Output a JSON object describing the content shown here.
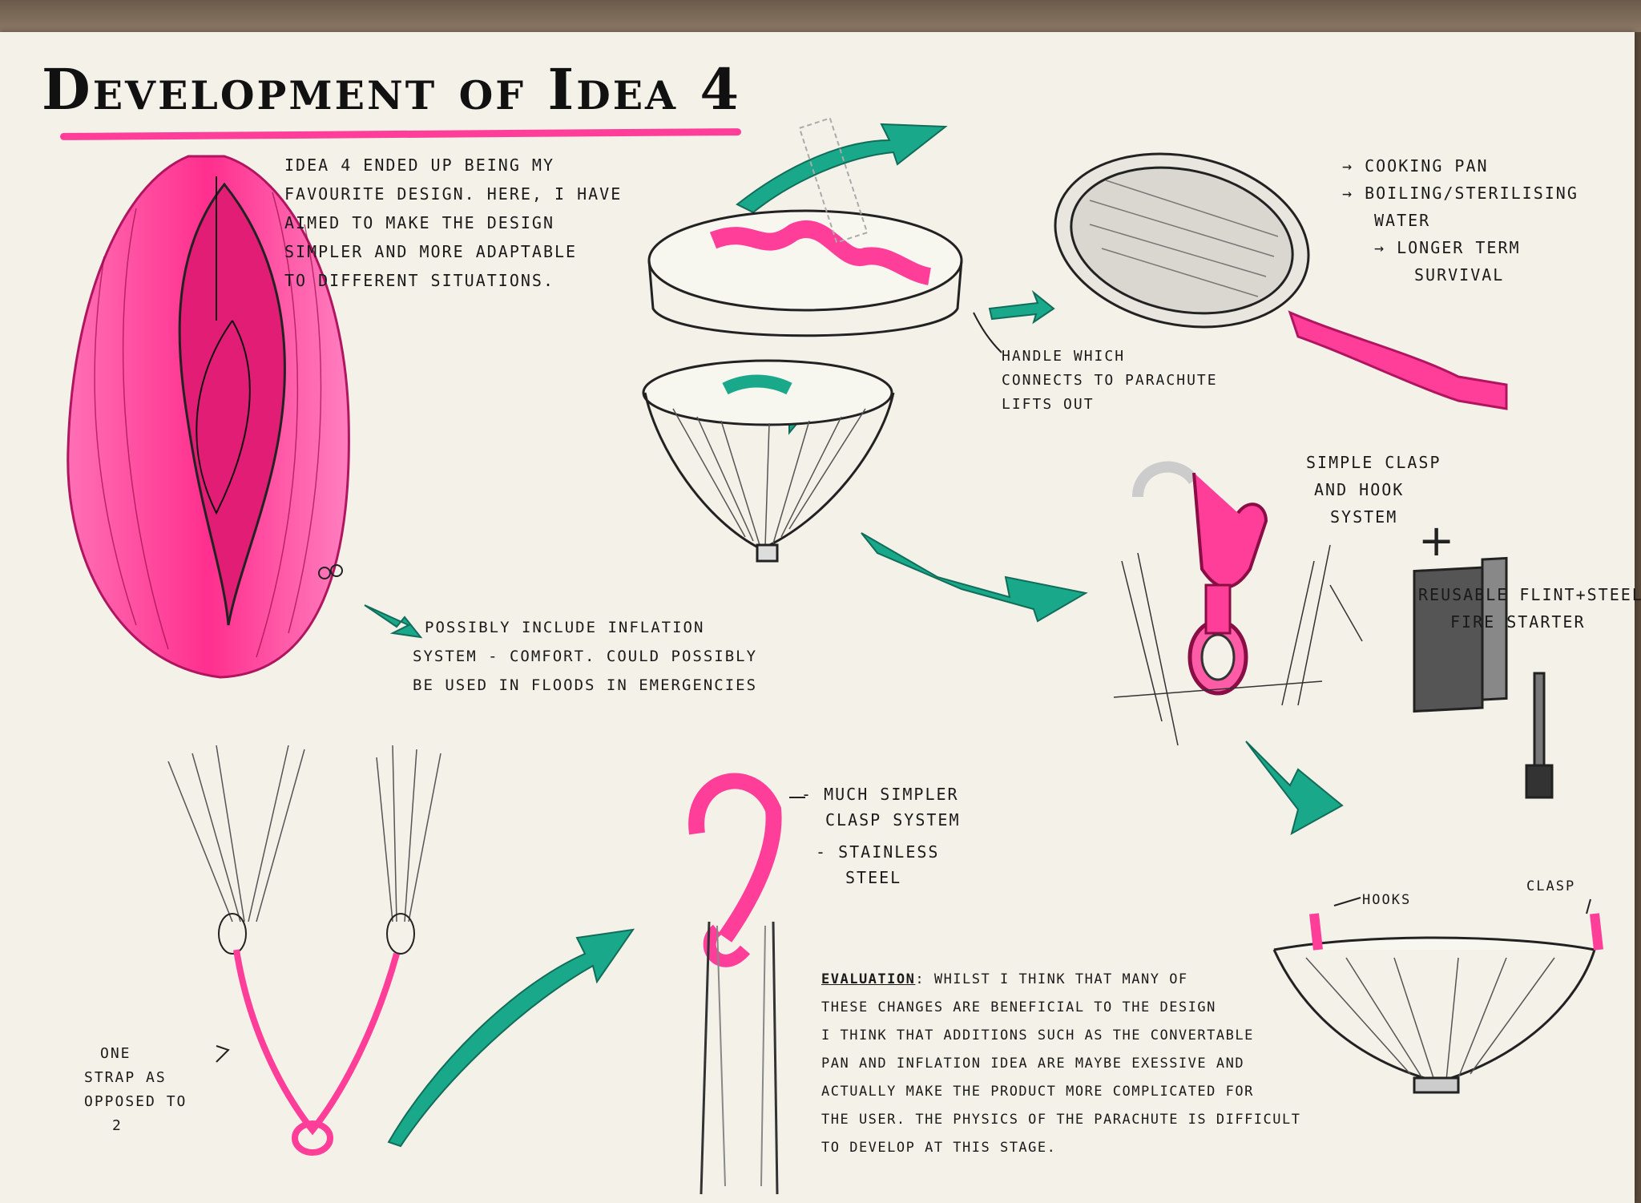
{
  "page": {
    "title": "Development of Idea 4"
  },
  "intro": {
    "lines": [
      "Idea 4 ended up being my",
      "favourite design. Here, I have",
      "aimed to make the design",
      "simpler and more adaptable",
      "to different situations."
    ]
  },
  "pan_uses": {
    "lines": [
      "→ Cooking pan",
      "→ Boiling/sterilising",
      "water",
      "→ Longer term",
      "survival"
    ]
  },
  "handle_note": {
    "lines": [
      "Handle which",
      "connects to parachute",
      "lifts out"
    ]
  },
  "clasp_note": {
    "lines": [
      "Simple clasp",
      "and hook",
      "system"
    ]
  },
  "plus_sign": "+",
  "fire_note": {
    "lines": [
      "Reusable flint+steel",
      "fire starter"
    ]
  },
  "inflation_note": {
    "lines": [
      "Possibly include inflation",
      "system - comfort. Could possibly",
      "be used in floods in emergencies"
    ]
  },
  "simpler_clasp_note": {
    "lines": [
      "- Much simpler",
      "clasp system",
      "- Stainless",
      "steel"
    ]
  },
  "strap_note": {
    "lines": [
      "One",
      "strap as",
      "opposed to",
      "2"
    ]
  },
  "hooks_label": "Hooks",
  "clasp_label": "Clasp",
  "evaluation": {
    "label": "Evaluation",
    "first_line": ": Whilst I think that many of",
    "lines": [
      "these changes are beneficial to the design",
      "I think that additions such as the convertable",
      "pan and inflation idea are maybe exessive and",
      "actually make the product more complicated for",
      "the user. The physics of the parachute is difficult",
      "to develop at this stage."
    ]
  },
  "colors": {
    "paper": "#f3f1e8",
    "accent_pink": "#ff3e9a",
    "accent_teal": "#1aa88a",
    "ink": "#1a1a1a"
  }
}
